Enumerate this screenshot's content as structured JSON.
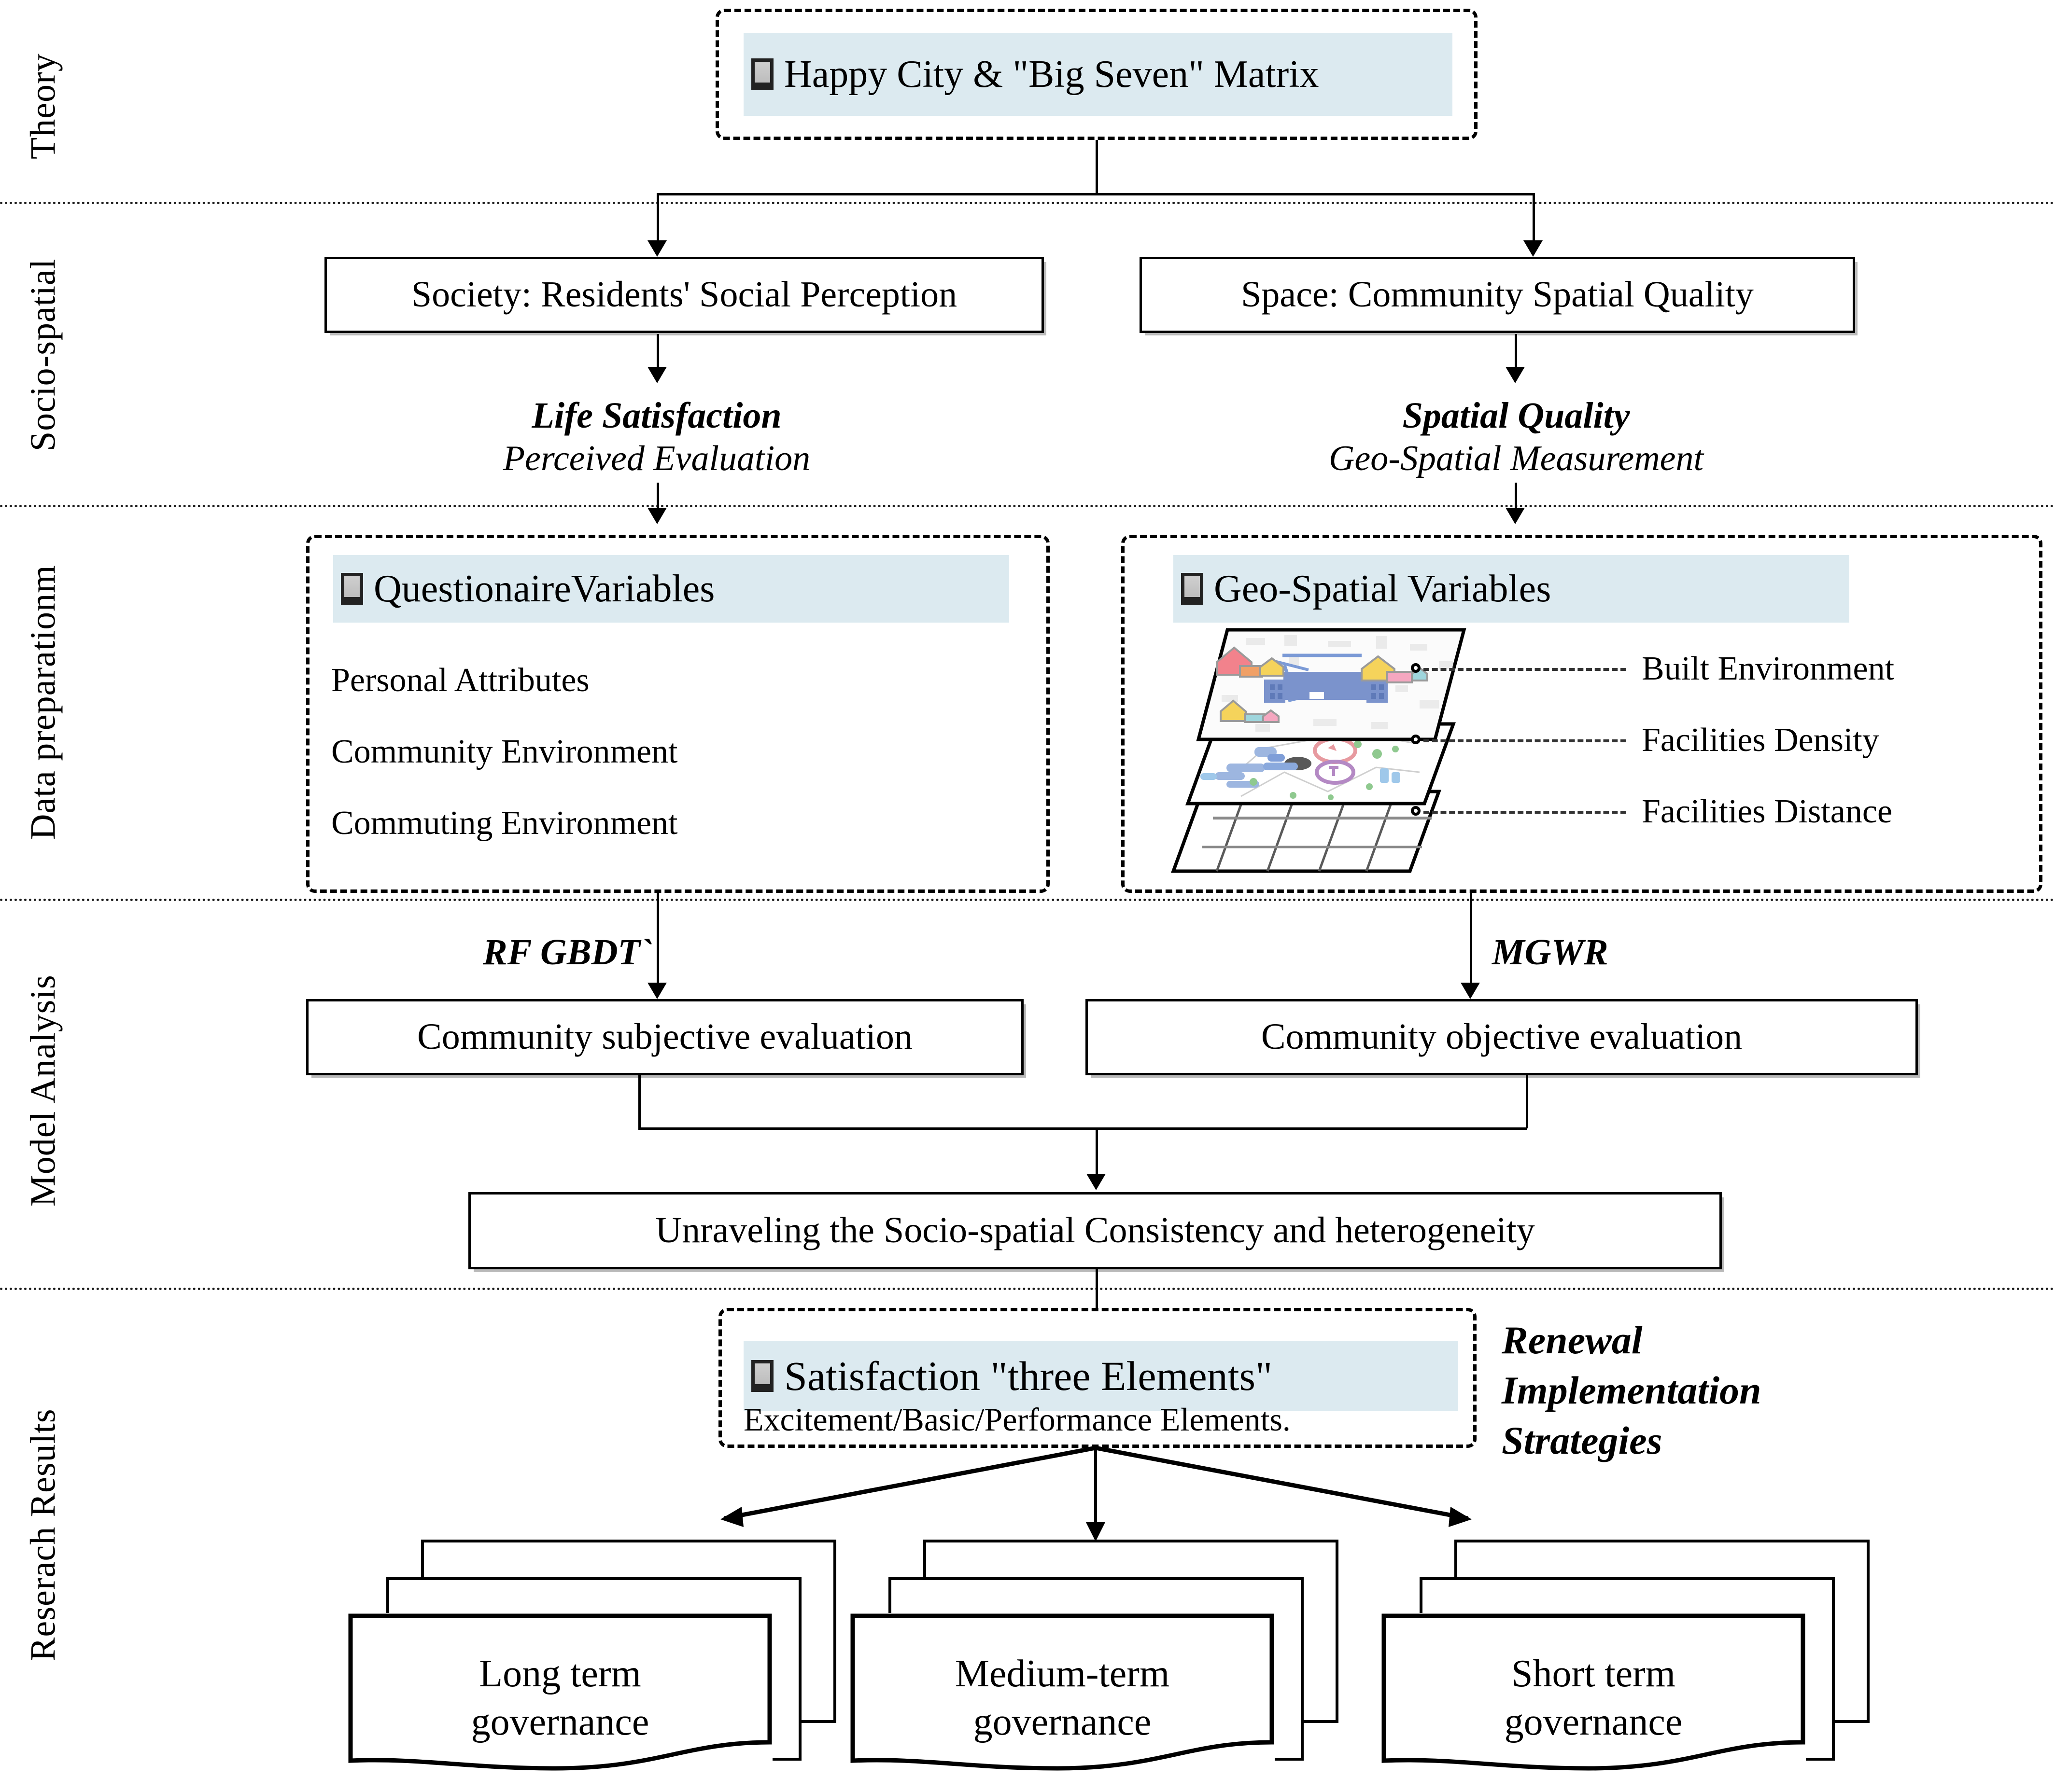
{
  "figure": {
    "title": "Research framework: socio-spatial consistency and heterogeneity",
    "accent_highlight": "#dceaf0",
    "line_color": "#000000"
  },
  "rail": {
    "labels": [
      {
        "id": "theory",
        "text": "Theory"
      },
      {
        "id": "socio-spatial",
        "text": "Socio-spatial"
      },
      {
        "id": "data-preparation",
        "text": "Data preparationm"
      },
      {
        "id": "model-analysis",
        "text": "Model Analysis"
      },
      {
        "id": "research-results",
        "text": "Reserach Results"
      }
    ]
  },
  "theory": {
    "panel_title": "Happy City & \"Big Seven\" Matrix"
  },
  "socio_spatial": {
    "society_box": "Society: Residents' Social Perception",
    "space_box": "Space: Community Spatial Quality",
    "society_caption_title": "Life Satisfaction",
    "society_caption_sub": "Perceived Evaluation",
    "space_caption_title": "Spatial Quality",
    "space_caption_sub": "Geo-Spatial Measurement"
  },
  "data_preparation": {
    "questionnaire": {
      "title": "QuestionaireVariables",
      "items": [
        "Personal Attributes",
        "Community Environment",
        "Commuting Environment"
      ]
    },
    "geospatial": {
      "title": "Geo-Spatial Variables",
      "layer_labels": [
        "Built Environment",
        "Facilities Density",
        "Facilities Distance"
      ]
    }
  },
  "model_analysis": {
    "left_method": "RF  GBDT`",
    "right_method": "MGWR",
    "subjective_box": "Community subjective evaluation",
    "objective_box": "Community objective evaluation",
    "merge_box": "Unraveling the Socio-spatial Consistency and heterogeneity"
  },
  "research_results": {
    "panel_title": "Satisfaction \"three Elements\"",
    "panel_sub": "Excitement/Basic/Performance Elements.",
    "side_note_lines": [
      "Renewal",
      "Implementation",
      "Strategies"
    ],
    "outcomes": [
      {
        "line1": "Long term",
        "line2": "governance"
      },
      {
        "line1": "Medium-term",
        "line2": "governance"
      },
      {
        "line1": "Short term",
        "line2": "governance"
      }
    ]
  }
}
